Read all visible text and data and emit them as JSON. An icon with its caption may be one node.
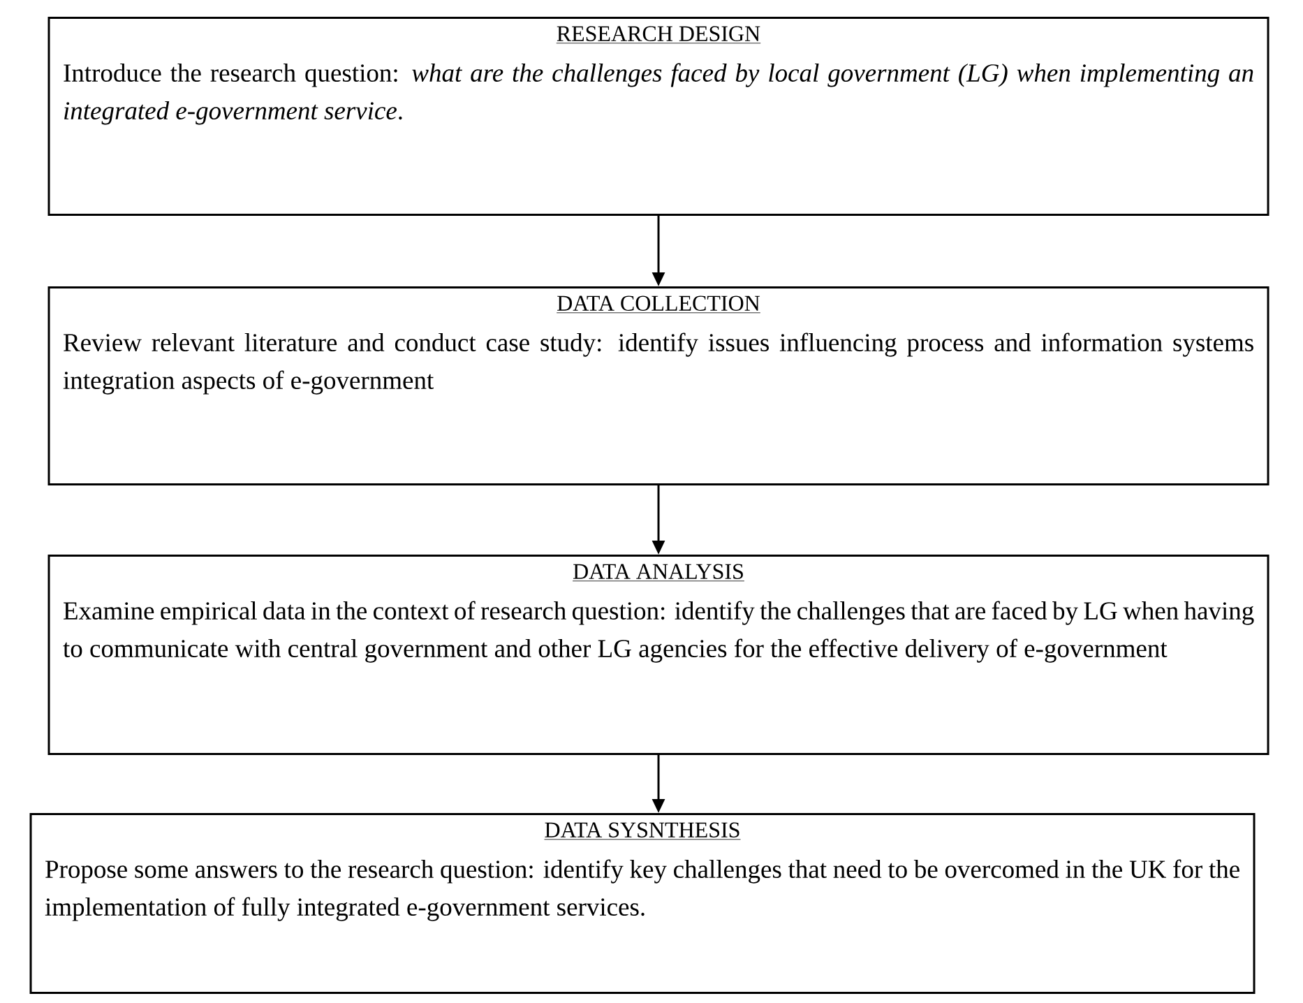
{
  "diagram": {
    "nodes": [
      {
        "text": [
          "RESEARCH DESIGN",
          "Introduce the research question: *what are the challenges faced by local government (LG) when implementing an integrated e-government service*."
        ]
      },
      {
        "text": [
          "DATA COLLECTION",
          "Review relevant literature and conduct case study: identify issues influencing process and information systems integration aspects of e-government"
        ]
      },
      {
        "text": [
          "DATA ANALYSIS",
          "Examine empirical data in the context of research question: identify the challenges that are faced by LG when having to communicate with central government and other LG agencies for the effective delivery of e-government"
        ]
      },
      {
        "text": [
          "DATA SYSNTHESIS",
          "Propose some answers to the research question: identify key challenges that need to be overcomed in the UK for the implementation of fully integrated e-government services."
        ]
      }
    ],
    "edges": [
      {
        "from": 0,
        "to": 1,
        "arrow": "to"
      },
      {
        "from": 1,
        "to": 2,
        "arrow": "to"
      },
      {
        "from": 2,
        "to": 3,
        "arrow": "to"
      }
    ]
  }
}
